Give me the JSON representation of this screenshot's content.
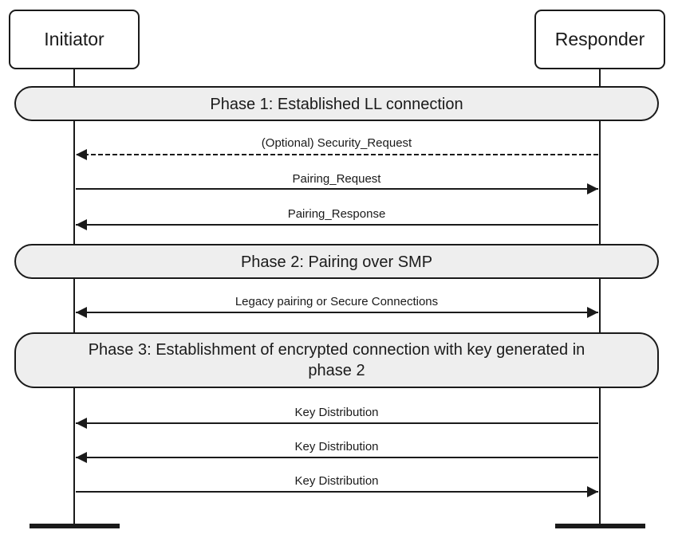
{
  "actors": {
    "initiator": "Initiator",
    "responder": "Responder"
  },
  "phases": {
    "phase1": {
      "lines": [
        "Phase 1: Established LL connection"
      ]
    },
    "phase2": {
      "lines": [
        "Phase 2: Pairing over SMP"
      ]
    },
    "phase3": {
      "lines": [
        "Phase 3: Establishment of encrypted connection with key generated in",
        "phase 2"
      ]
    }
  },
  "messages": [
    {
      "label": "(Optional) Security_Request",
      "from": "responder",
      "to": "initiator",
      "style": "dashed"
    },
    {
      "label": "Pairing_Request",
      "from": "initiator",
      "to": "responder",
      "style": "solid"
    },
    {
      "label": "Pairing_Response",
      "from": "responder",
      "to": "initiator",
      "style": "solid"
    },
    {
      "label": "Legacy pairing or Secure Connections",
      "from": "both",
      "to": "both",
      "style": "solid"
    },
    {
      "label": "Key Distribution",
      "from": "responder",
      "to": "initiator",
      "style": "solid"
    },
    {
      "label": "Key Distribution",
      "from": "responder",
      "to": "initiator",
      "style": "solid"
    },
    {
      "label": "Key Distribution",
      "from": "initiator",
      "to": "responder",
      "style": "solid"
    }
  ],
  "colors": {
    "stroke": "#1a1a1a",
    "box_fill": "#ffffff",
    "phase_fill": "#eeeeee"
  }
}
